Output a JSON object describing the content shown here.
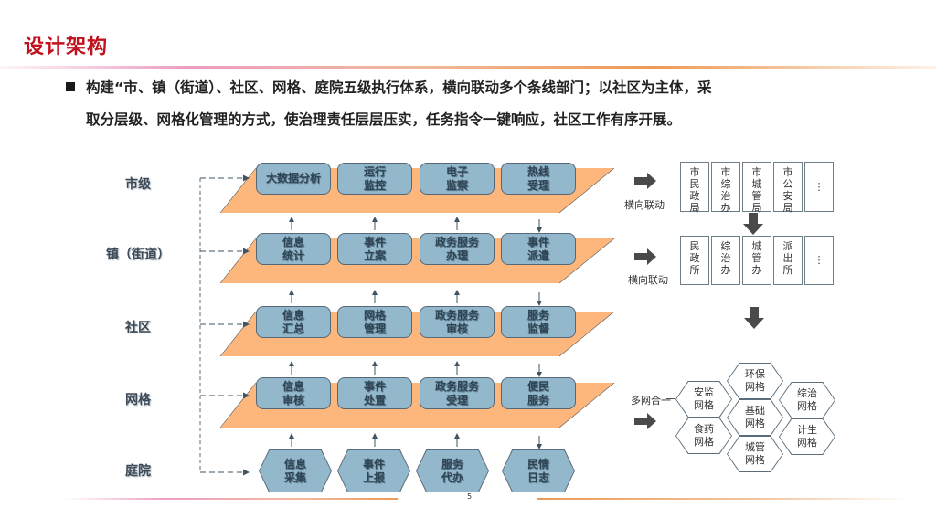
{
  "header": {
    "title": "设计架构",
    "bullet_line1": "构建“市、镇（街道）、社区、网格、庭院五级执行体系，横向联动多个条线部门；以社区为主体，采",
    "bullet_line2": "取分层级、网格化管理的方式，使治理责任层层压实，任务指令一键响应，社区工作有序开展。"
  },
  "levels": [
    {
      "label": "市级",
      "boxes": [
        "大数据分析",
        "运行\n监控",
        "电子\n监察",
        "热线\n受理"
      ]
    },
    {
      "label": "镇（街道）",
      "boxes": [
        "信息\n统计",
        "事件\n立案",
        "政务服务\n办理",
        "事件\n派遣"
      ]
    },
    {
      "label": "社区",
      "boxes": [
        "信息\n汇总",
        "网格\n管理",
        "政务服务\n审核",
        "服务\n监督"
      ]
    },
    {
      "label": "网格",
      "boxes": [
        "信息\n审核",
        "事件\n处置",
        "政务服务\n受理",
        "便民\n服务"
      ]
    },
    {
      "label": "庭院",
      "boxes": [
        "信息\n采集",
        "事件\n上报",
        "服务\n代办",
        "民情\n日志"
      ]
    }
  ],
  "flow_arrows": {
    "columns_up": [
      0,
      1,
      2
    ],
    "columns_down": [
      3
    ]
  },
  "horizontal_link": {
    "label": "横向联动",
    "city_departments": [
      "市\n民\n政\n局",
      "市\n综\n治\n办",
      "市\n城\n管\n局",
      "市\n公\n安\n局",
      "⋮"
    ],
    "town_departments": [
      "民\n政\n所",
      "综\n治\n办",
      "城\n管\n办",
      "派\n出\n所",
      "⋮"
    ]
  },
  "multi_grid": {
    "label": "多网合一",
    "grids": [
      "环保\n网格",
      "安监\n网格",
      "综治\n网格",
      "基础\n网格",
      "食药\n网格",
      "计生\n网格",
      "城管\n网格"
    ]
  },
  "colors": {
    "title": "#c0121e",
    "platform": "#fdb77c",
    "box_fill": "#93b8cc",
    "box_border": "#566877",
    "arrow": "#4a4a4a"
  },
  "footer": {
    "page_number": "5"
  }
}
